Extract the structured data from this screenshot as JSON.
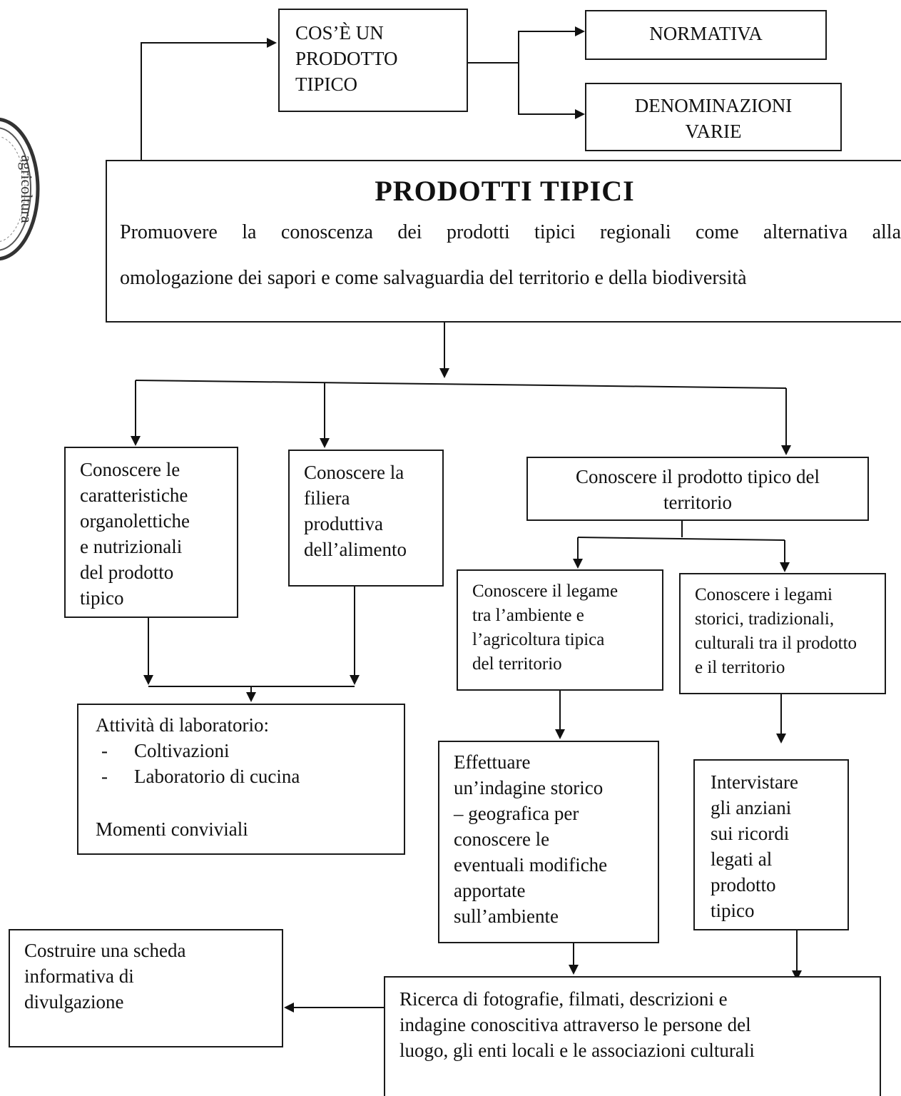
{
  "stamp": {
    "text": "agricoltura"
  },
  "top": {
    "what": "COS’È UN\nPRODOTTO\nTIPICO",
    "normativa": "NORMATIVA",
    "denominazioni": "DENOMINAZIONI\nVARIE"
  },
  "main": {
    "title": "PRODOTTI TIPICI",
    "line1": "Promuovere la conoscenza dei prodotti tipici regionali come alternativa alla",
    "line2": "omologazione dei sapori e come salvaguardia del territorio e della biodiversità"
  },
  "branches": {
    "organolettiche": "Conoscere le\ncaratteristiche\norganolettiche\ne nutrizionali\ndel prodotto\ntipico",
    "filiera": "Conoscere la\nfiliera\nproduttiva\ndell’alimento",
    "territorio": "Conoscere il prodotto tipico del\nterritorio",
    "legame_ambiente": "Conoscere il legame\ntra l’ambiente e\nl’agricoltura tipica\ndel territorio",
    "legami_storici": "Conoscere i legami\nstorici, tradizionali,\nculturali tra il prodotto\ne il territorio"
  },
  "lab": {
    "heading": "Attività di laboratorio:",
    "items": [
      "Coltivazioni",
      "Laboratorio di cucina"
    ],
    "footer": "Momenti conviviali"
  },
  "indagine": "Effettuare\nun’indagine storico\n– geografica per\nconoscere le\neventuali modifiche\napportate\nsull’ambiente",
  "intervistare": "Intervistare\ngli anziani\nsui ricordi\nlegati al\nprodotto\ntipico",
  "ricerca": "Ricerca di fotografie, filmati, descrizioni e\nindagine conoscitiva attraverso le persone del\nluogo, gli enti locali e le associazioni culturali",
  "scheda": "Costruire una scheda\ninformativa di\ndivulgazione"
}
